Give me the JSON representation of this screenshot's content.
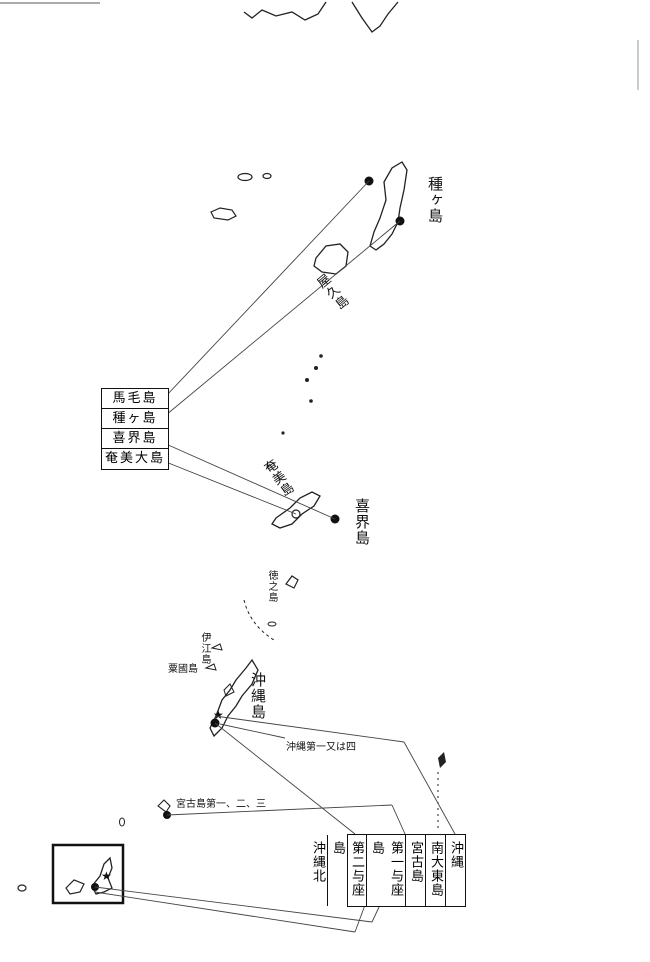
{
  "left_legend": [
    "馬毛島",
    "種ヶ島",
    "喜界島",
    "奄美大島"
  ],
  "right_legend": [
    "沖縄",
    "南大東島",
    "宮古島",
    "第一与座島",
    "第二与座島",
    "沖縄北"
  ],
  "labels": {
    "tanegashima": "種ヶ島",
    "yakushima": "屋久島",
    "amami": "奄美島",
    "kikai": "喜界島",
    "tokunoshima": "徳之島",
    "iheya": "伊江島",
    "okinawa": "沖縄島",
    "okinawa_station": "沖縄第一又は四",
    "miyako": "宮古島第一、二、三",
    "kumejima": "粟國島"
  }
}
